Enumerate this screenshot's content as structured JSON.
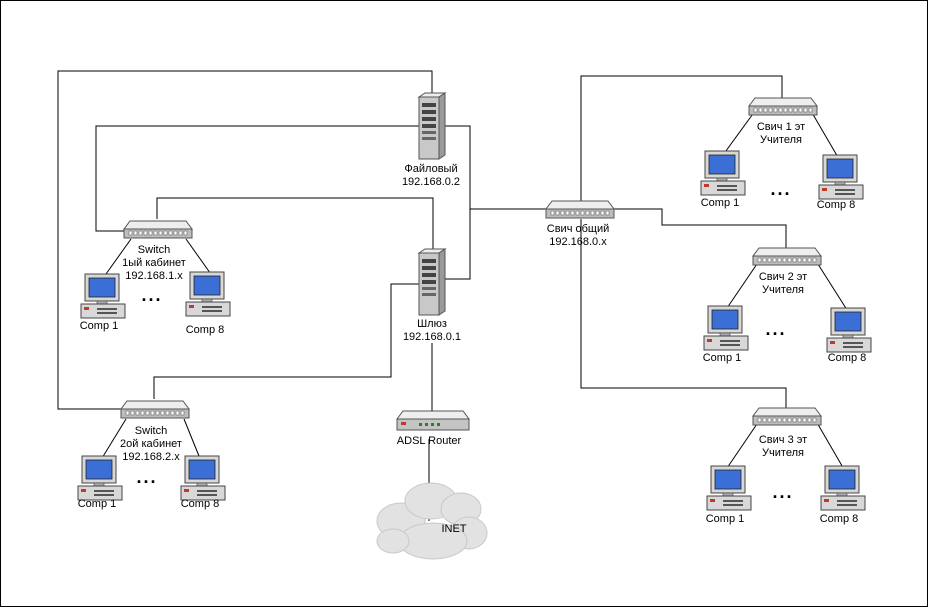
{
  "file_server": {
    "name": "Файловый",
    "ip": "192.168.0.2"
  },
  "gateway": {
    "name": "Шлюз",
    "ip": "192.168.0.1"
  },
  "router": {
    "label": "ADSL Router"
  },
  "internet": {
    "label": "INET"
  },
  "main_switch": {
    "name": "Свич общий",
    "ip": "192.168.0.x"
  },
  "cabinet_1": {
    "line1": "Switch",
    "line2": "1ый кабинет",
    "ip": "192.168.1.x",
    "pc_a": "Comp 1",
    "pc_b": "Comp 8",
    "ellipsis": "..."
  },
  "cabinet_2": {
    "line1": "Switch",
    "line2": "2ой кабинет",
    "ip": "192.168.2.x",
    "pc_a": "Comp 1",
    "pc_b": "Comp 8",
    "ellipsis": "..."
  },
  "floor_1": {
    "line1": "Свич 1 эт",
    "line2": "Учителя",
    "pc_a": "Comp 1",
    "pc_b": "Comp 8",
    "ellipsis": "..."
  },
  "floor_2": {
    "line1": "Свич 2 эт",
    "line2": "Учителя",
    "pc_a": "Comp 1",
    "pc_b": "Comp 8",
    "ellipsis": "..."
  },
  "floor_3": {
    "line1": "Свич 3 эт",
    "line2": "Учителя",
    "pc_a": "Comp 1",
    "pc_b": "Comp 8",
    "ellipsis": "..."
  },
  "colors": {
    "line": "#000000",
    "device_body": "#d4d4d4",
    "screen": "#3b6fd6",
    "port": "#2a7f2a",
    "cloud": "#e2e2e2"
  }
}
